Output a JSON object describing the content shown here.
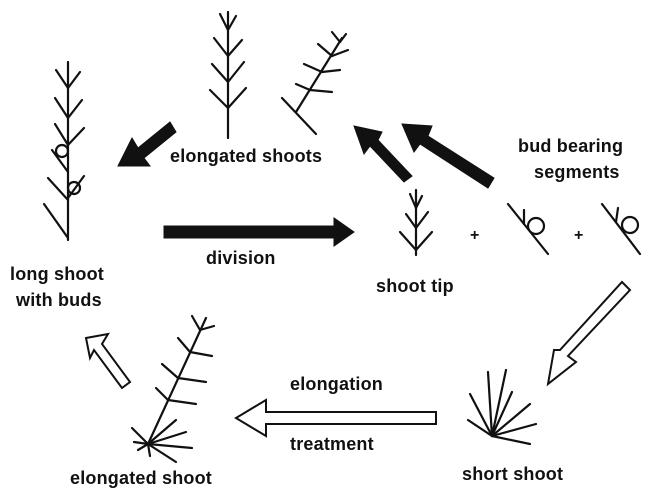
{
  "labels": {
    "elongated_shoots": "elongated shoots",
    "bud_bearing_line1": "bud bearing",
    "bud_bearing_line2": "segments",
    "division": "division",
    "long_shoot_line1": "long shoot",
    "long_shoot_line2": "with buds",
    "shoot_tip": "shoot tip",
    "plus": "+",
    "elongation": "elongation",
    "treatment": "treatment",
    "elongated_shoot": "elongated shoot",
    "short_shoot": "short shoot"
  },
  "colors": {
    "ink": "#111111",
    "background": "#ffffff"
  },
  "arrow_styles": {
    "solid": "filled black",
    "hollow": "outlined white"
  }
}
